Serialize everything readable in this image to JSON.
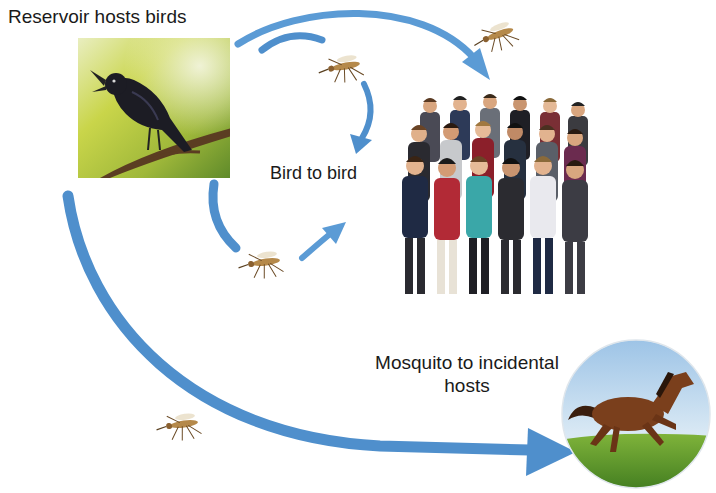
{
  "diagram": {
    "nodes": [
      {
        "text": [
          "Reservoir hosts birds"
        ]
      }
    ],
    "labels": [
      "Bird to bird",
      "Mosquito to incidental hosts"
    ]
  }
}
